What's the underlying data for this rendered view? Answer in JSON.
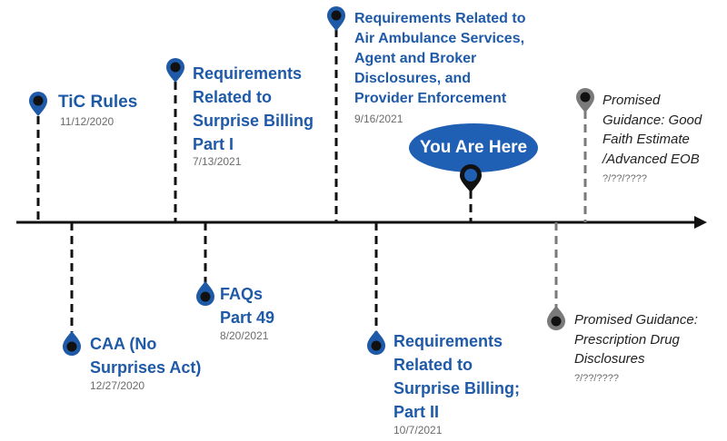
{
  "colors": {
    "accent": "#1e5aa8",
    "line": "#111111",
    "past_connector": "#111111",
    "future_connector": "#7a7a7a",
    "marker_future": "#7a7a7a",
    "here_badge": "#1f5fb4"
  },
  "events": [
    {
      "title": "TiC Rules",
      "date": "11/12/2020",
      "icon": "location-pin-icon"
    },
    {
      "title": "CAA (No\nSurprises Act)",
      "date": "12/27/2020",
      "icon": "location-pin-icon"
    },
    {
      "title": "Requirements\nRelated to\nSurprise Billing\nPart I",
      "date": "7/13/2021",
      "icon": "location-pin-icon"
    },
    {
      "title": "FAQs\nPart 49",
      "date": "8/20/2021",
      "icon": "location-pin-icon"
    },
    {
      "title": "Requirements Related to\nAir Ambulance Services,\nAgent and Broker\nDisclosures, and\nProvider Enforcement",
      "date": "9/16/2021",
      "icon": "location-pin-icon"
    },
    {
      "title": "Requirements\nRelated to\nSurprise Billing;\nPart II",
      "date": "10/7/2021",
      "icon": "location-pin-icon"
    }
  ],
  "you_are_here": {
    "label": "You Are Here",
    "icon": "location-pin-icon"
  },
  "promised": [
    {
      "title": "Promised Guidance:\nPrescription Drug\nDisclosures",
      "date": "?/??/????",
      "icon": "location-pin-icon"
    },
    {
      "title": "Promised\nGuidance: Good\nFaith Estimate\n/Advanced EOB",
      "date": "?/??/????",
      "icon": "location-pin-icon"
    }
  ]
}
